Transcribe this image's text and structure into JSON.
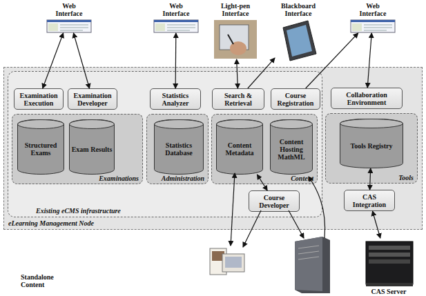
{
  "diagram": {
    "nodes": [
      {
        "text": [
          "Web Interface"
        ]
      },
      {
        "text": [
          "Web Interface"
        ]
      },
      {
        "text": [
          "Light-pen Interface"
        ]
      },
      {
        "text": [
          "Blackboard Interface"
        ]
      },
      {
        "text": [
          "Web Interface"
        ]
      },
      {
        "text": [
          "eLearning Management Node"
        ]
      },
      {
        "text": [
          "Existing eCMS infrastructure"
        ],
        "in": 5
      },
      {
        "text": [
          "Examination Execution"
        ],
        "in": 6
      },
      {
        "text": [
          "Examination Developer"
        ],
        "in": 6
      },
      {
        "text": [
          "Examinations"
        ],
        "in": 6
      },
      {
        "text": [
          "Structured Exams"
        ],
        "in": 9
      },
      {
        "text": [
          "Exam Results"
        ],
        "in": 9
      },
      {
        "text": [
          "Statistics Analyzer"
        ],
        "in": 6
      },
      {
        "text": [
          "Administration"
        ],
        "in": 6
      },
      {
        "text": [
          "Statistics Database"
        ],
        "in": 13
      },
      {
        "text": [
          "Search & Retrieval"
        ],
        "in": 6
      },
      {
        "text": [
          "Course Registration"
        ],
        "in": 6
      },
      {
        "text": [
          "Content"
        ],
        "in": 6
      },
      {
        "text": [
          "Content Metadata"
        ],
        "in": 17
      },
      {
        "text": [
          "Content Hosting MathML"
        ],
        "in": 17
      },
      {
        "text": [
          "Course Developer"
        ],
        "in": 6
      },
      {
        "text": [
          "Collaboration Environment"
        ],
        "in": 5
      },
      {
        "text": [
          "Tools"
        ],
        "in": 5
      },
      {
        "text": [
          "Tools Registry"
        ],
        "in": 22
      },
      {
        "text": [
          "CAS Integration"
        ],
        "in": 5
      },
      {
        "text": [
          "CAS Server"
        ]
      }
    ],
    "edges": [
      {
        "from": 0,
        "to": 7,
        "arrow": "both"
      },
      {
        "from": 0,
        "to": 8,
        "arrow": "both"
      },
      {
        "from": 1,
        "to": 12,
        "arrow": "both"
      },
      {
        "from": 2,
        "to": 15,
        "arrow": "both"
      },
      {
        "from": 15,
        "to": 3,
        "arrow": "to"
      },
      {
        "from": 16,
        "to": 4,
        "arrow": "to"
      },
      {
        "from": 4,
        "to": 21,
        "arrow": "both"
      },
      {
        "from": 18,
        "to": 20,
        "arrow": "both"
      },
      {
        "from": 23,
        "to": 24,
        "arrow": "both"
      },
      {
        "from": 24,
        "to": 25,
        "arrow": "both"
      }
    ],
    "labels": [
      "Standalone Content"
    ]
  }
}
